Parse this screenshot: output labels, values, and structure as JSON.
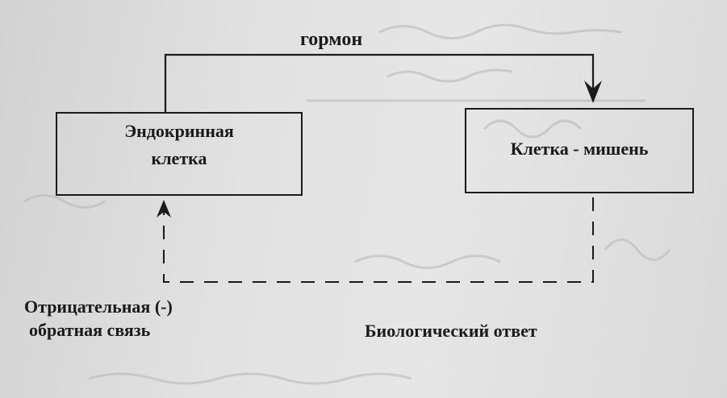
{
  "diagram": {
    "arrow_label": "гормон",
    "source_box": {
      "line1": "Эндокринная",
      "line2": "клетка"
    },
    "target_box": {
      "label": "Клетка - мишень"
    },
    "feedback_label": {
      "line1": "Отрицательная (-)",
      "line2": "обратная связь"
    },
    "response_label": "Биологический ответ"
  },
  "colors": {
    "ink": "#1a1a1a",
    "paper": "#e2e2e2"
  }
}
